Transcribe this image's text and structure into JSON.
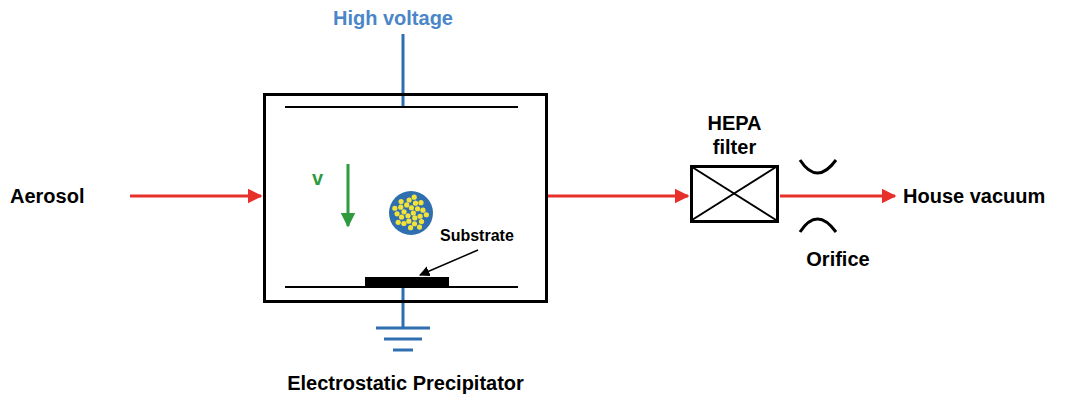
{
  "diagram": {
    "nodes": [
      {
        "text": [
          "Electrostatic Precipitator"
        ]
      },
      {
        "text": [
          "HEPA filter"
        ]
      }
    ],
    "edges": [
      {
        "from": 0,
        "to": 1,
        "arrow": "to"
      }
    ],
    "labels": [
      "High voltage",
      "Aerosol",
      "v",
      "Substrate",
      "Orifice",
      "House vacuum"
    ]
  }
}
